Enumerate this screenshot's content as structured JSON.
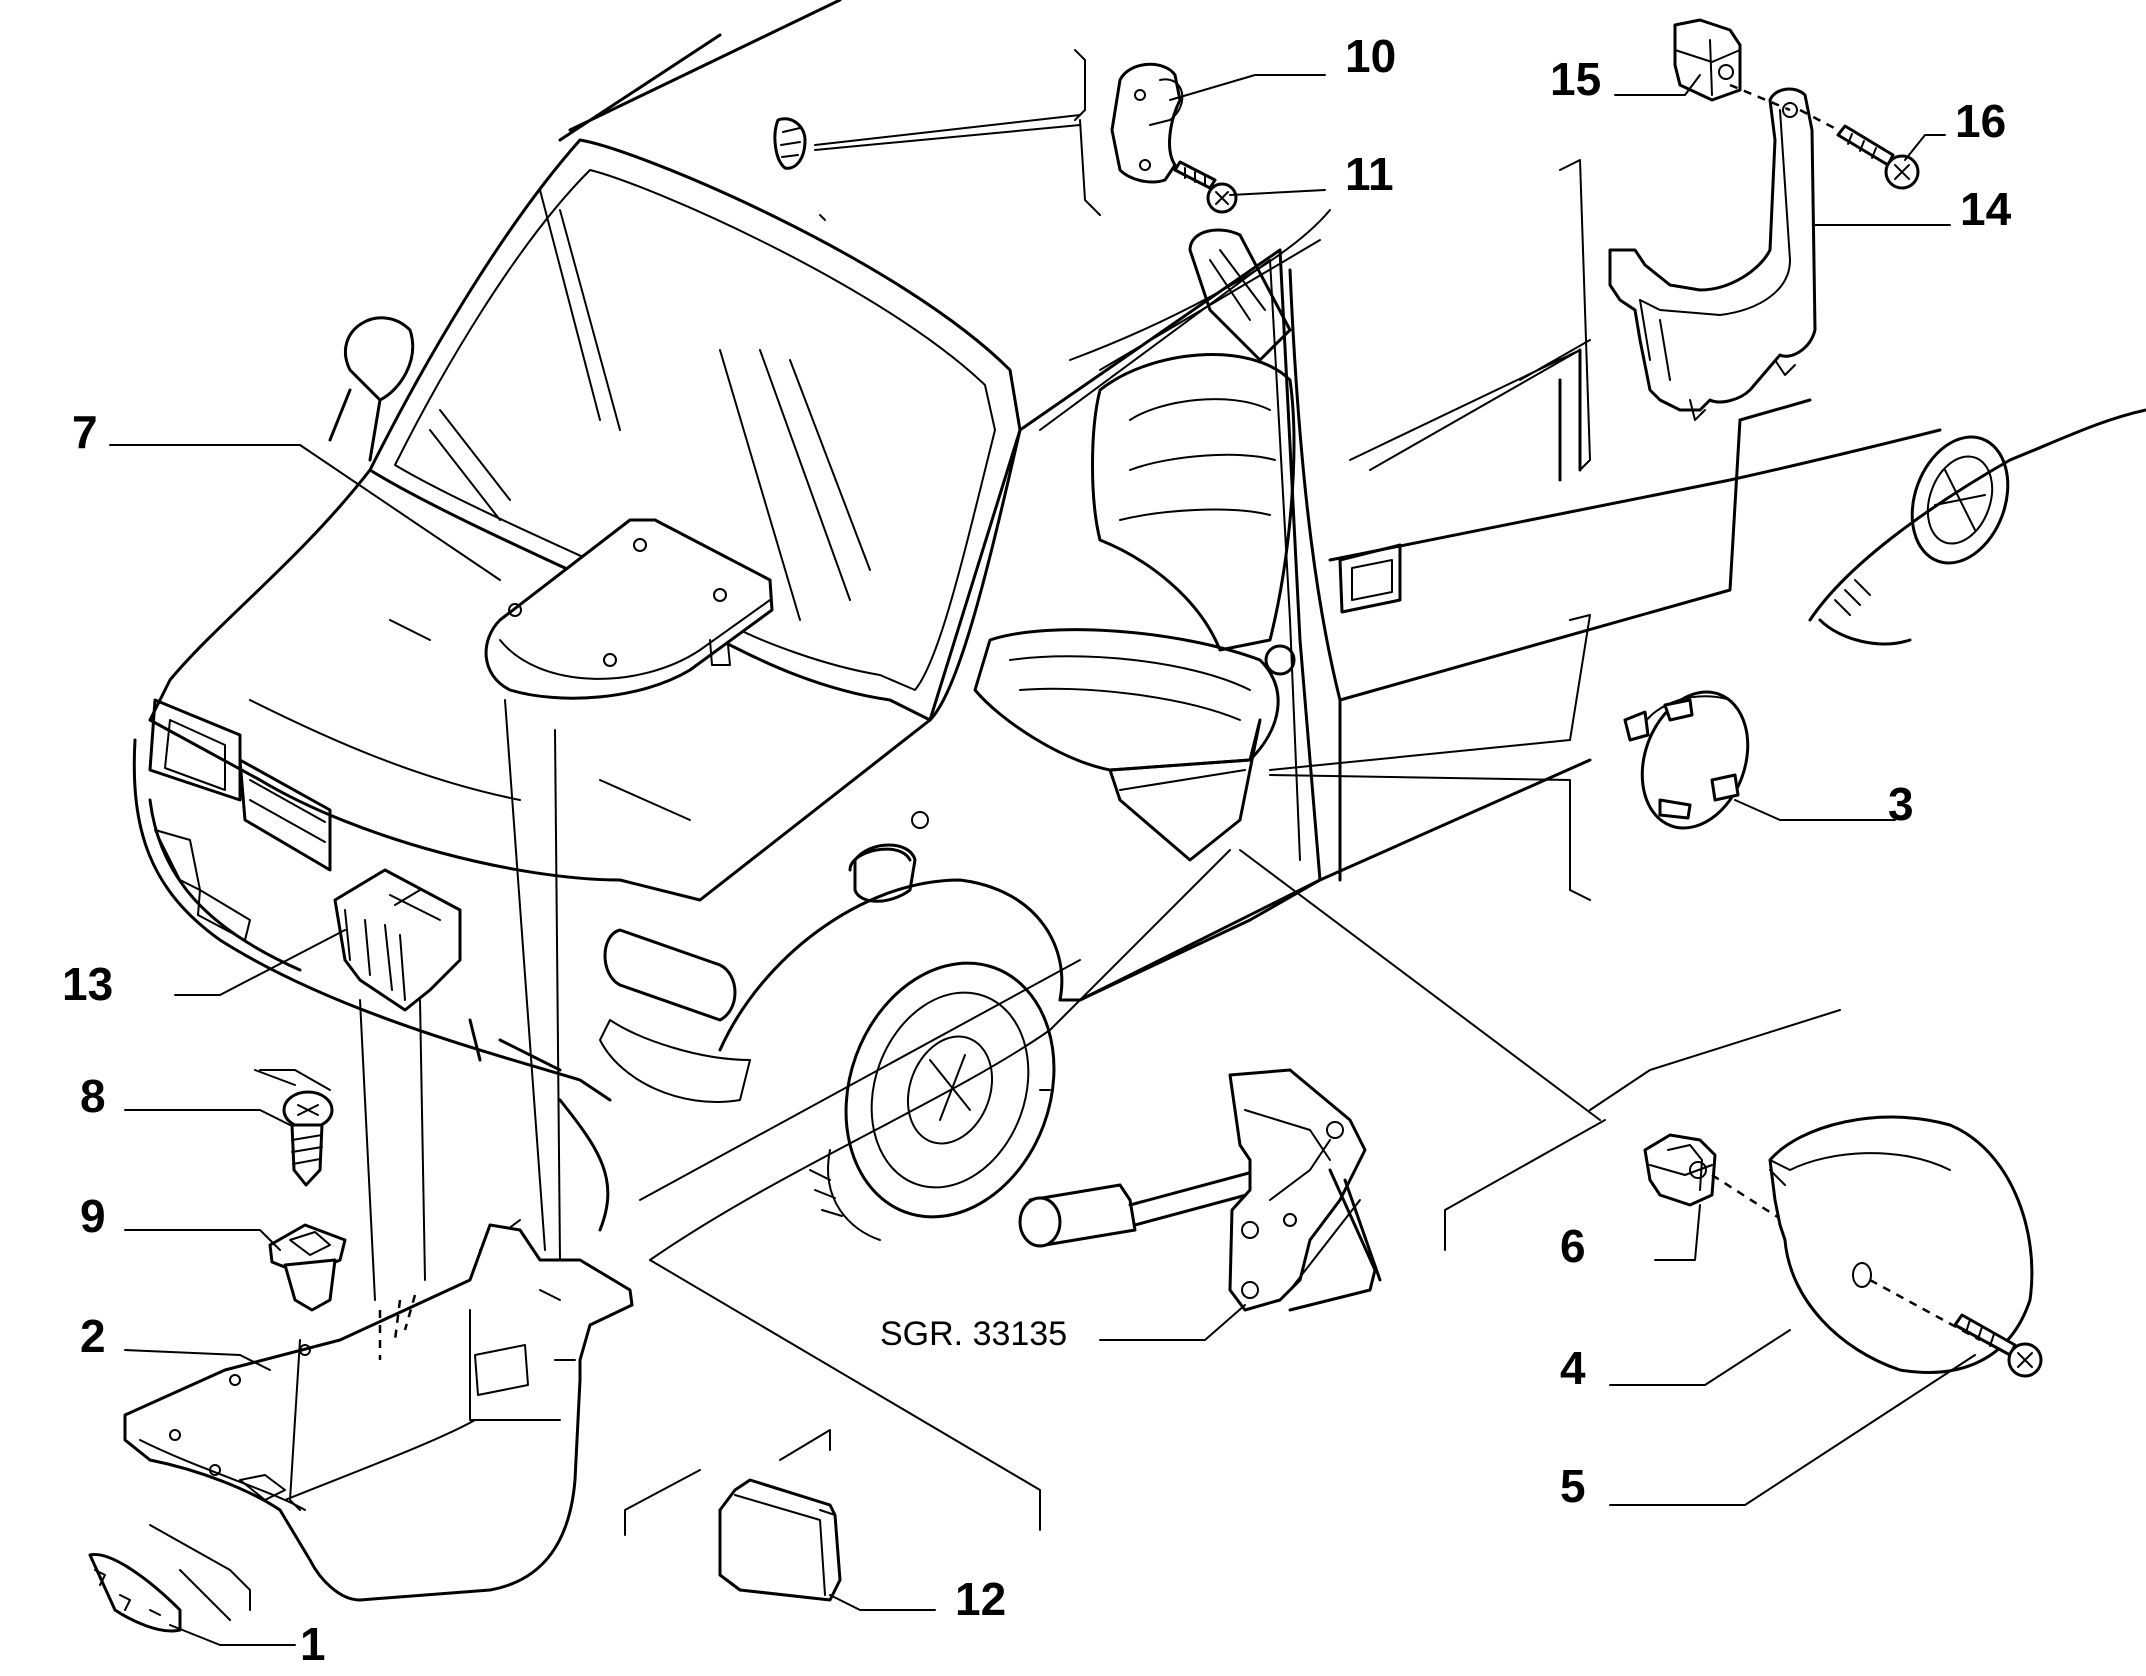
{
  "callouts": {
    "c1": "1",
    "c2": "2",
    "c3": "3",
    "c4": "4",
    "c5": "5",
    "c6": "6",
    "c7": "7",
    "c8": "8",
    "c9": "9",
    "c10": "10",
    "c11": "11",
    "c12": "12",
    "c13": "13",
    "c14": "14",
    "c15": "15",
    "c16": "16"
  },
  "reference": "SGR. 33135"
}
